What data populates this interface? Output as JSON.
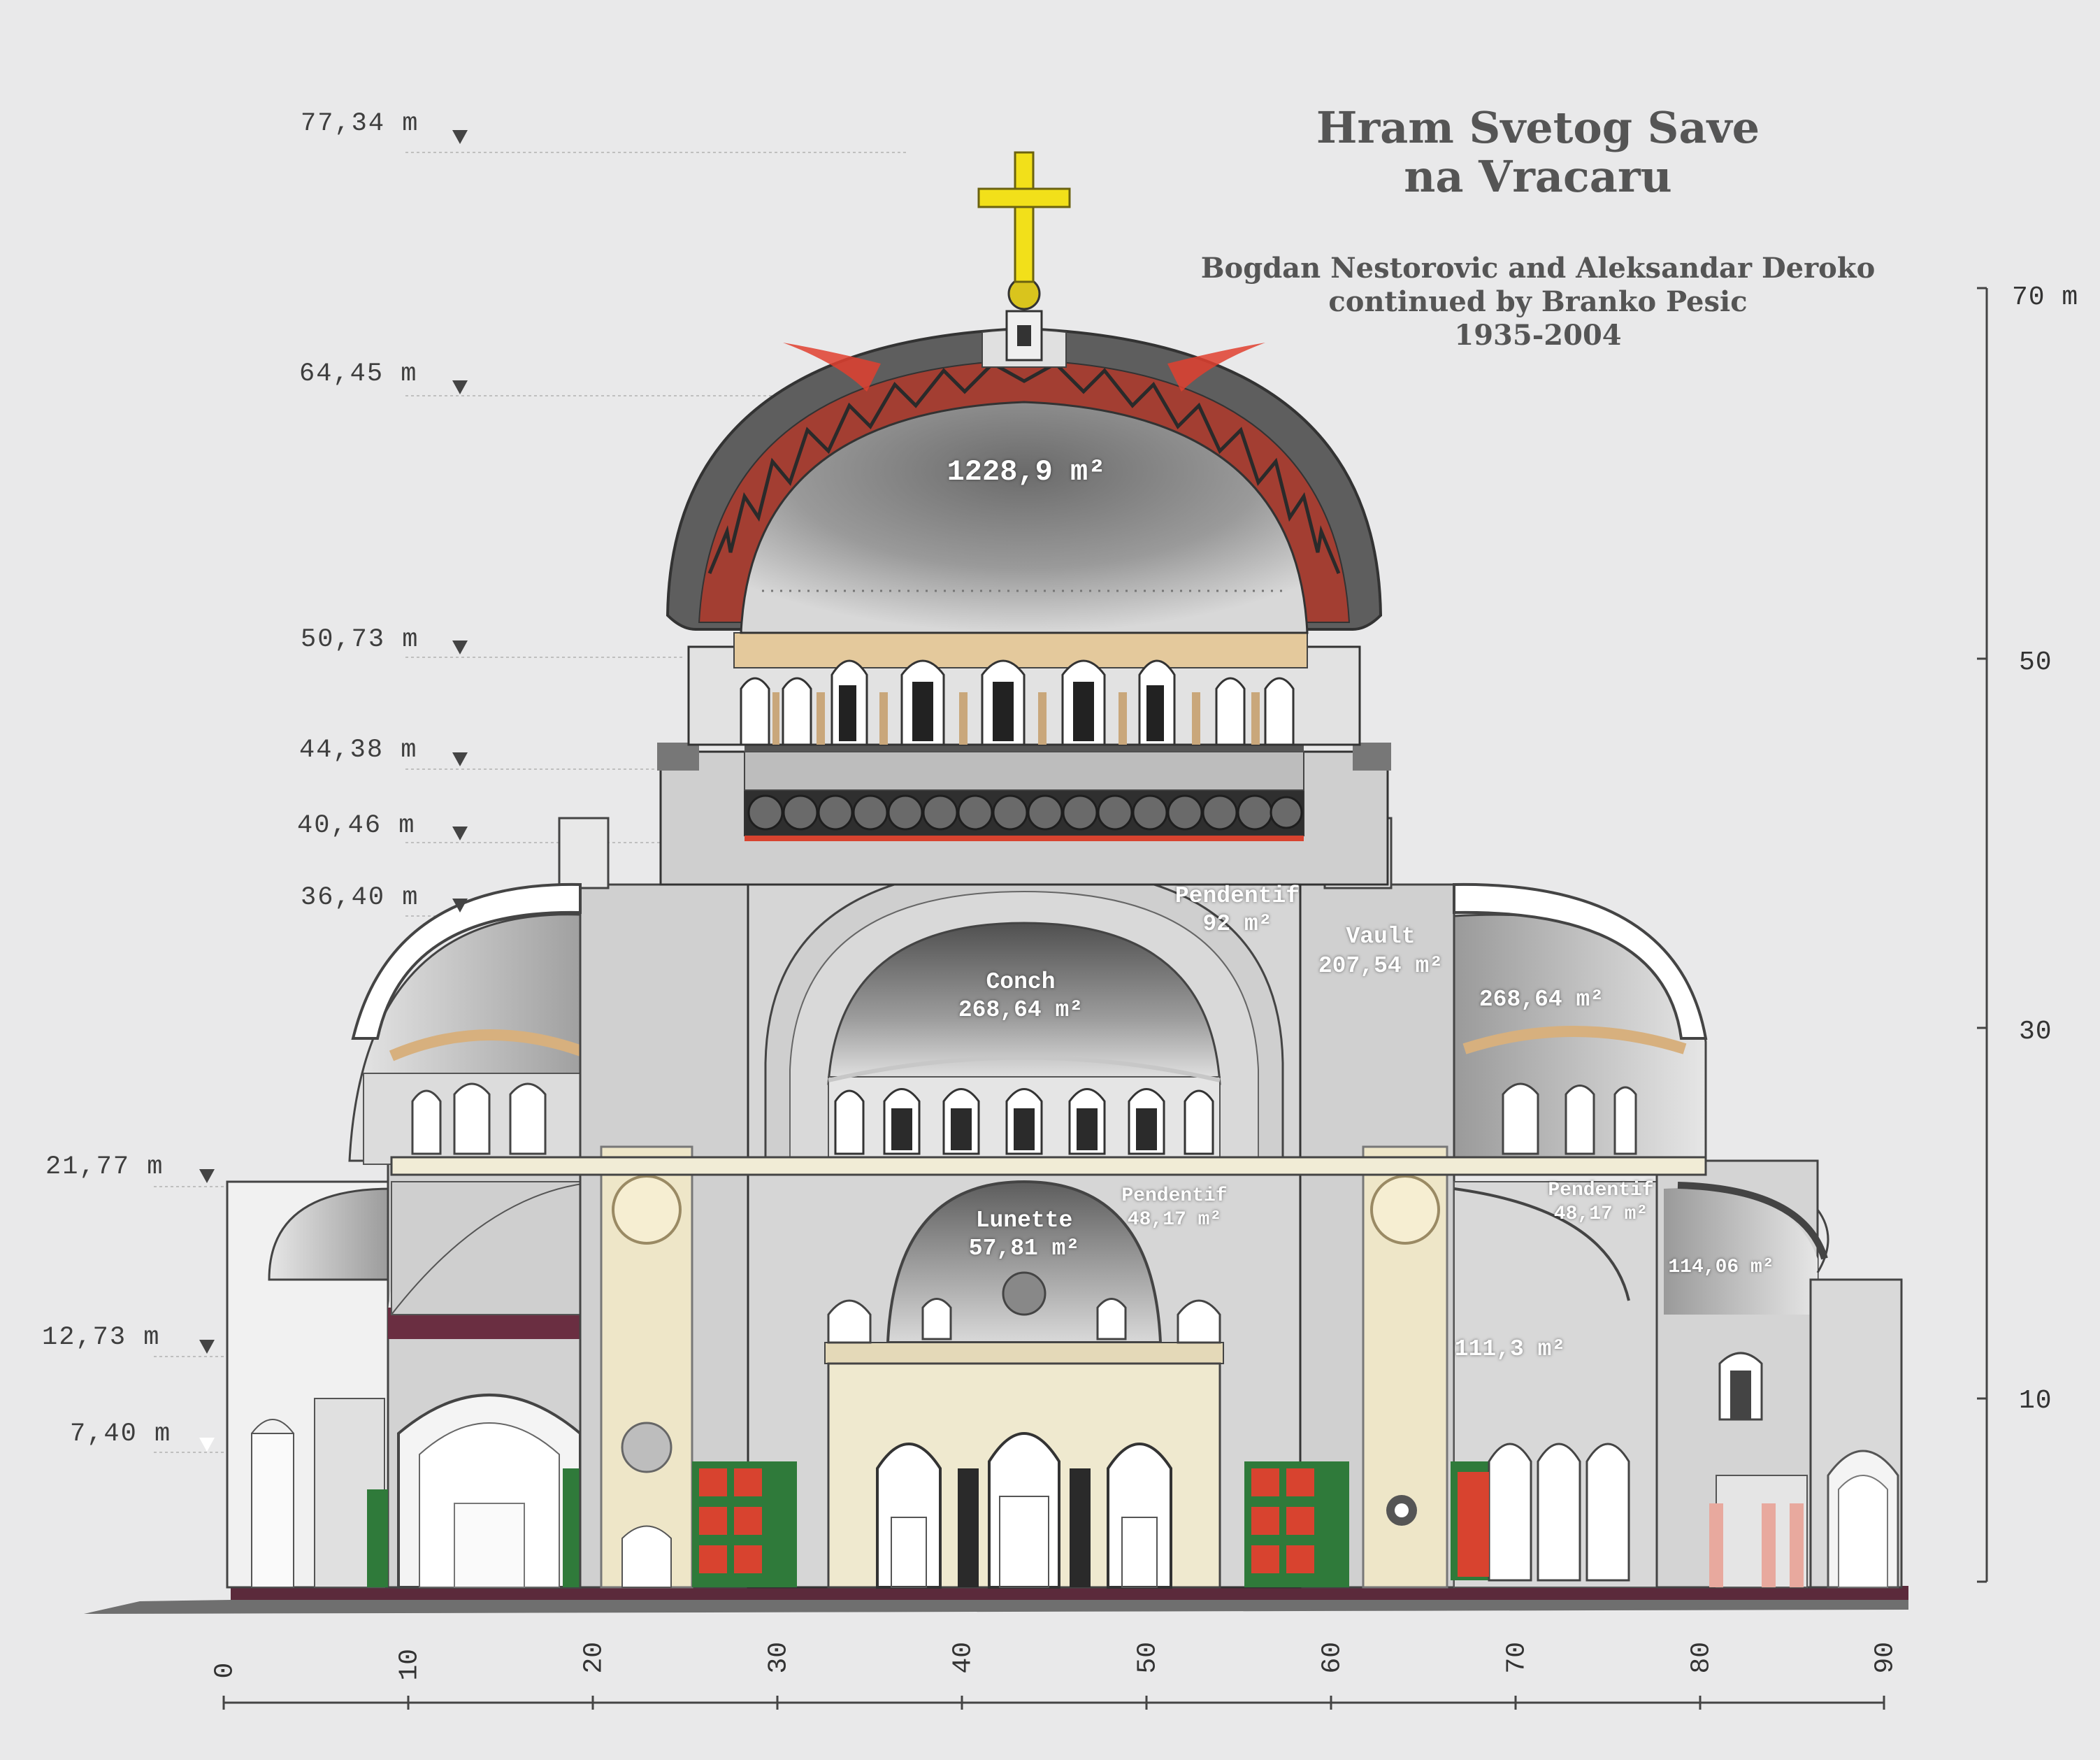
{
  "title": {
    "line1": "Hram Svetog Save",
    "line2": "na Vracaru"
  },
  "credits": {
    "line1": "Bogdan Nestorovic and Aleksandar Deroko",
    "line2": "continued by Branko Pesic",
    "line3": "1935-2004"
  },
  "levels": [
    "77,34 m",
    "64,45 m",
    "50,73 m",
    "44,38 m",
    "40,46 m",
    "36,40 m",
    "21,77 m",
    "12,73 m",
    "7,40 m"
  ],
  "vertical_scale": {
    "labels": [
      "70 m",
      "50",
      "30",
      "10"
    ]
  },
  "horizontal_scale": {
    "labels": [
      "0",
      "10",
      "20",
      "30",
      "40",
      "50",
      "60",
      "70",
      "80",
      "90"
    ]
  },
  "areas": {
    "dome": "1228,9 m²",
    "conch_name": "Conch",
    "conch_value": "268,64 m²",
    "pendentif_top_name": "Pendentif",
    "pendentif_top_value": "92 m²",
    "vault_name": "Vault",
    "vault_value": "207,54 m²",
    "right_apse": "268,64 m²",
    "lunette_name": "Lunette",
    "lunette_value": "57,81 m²",
    "pendentif_mid_name": "Pendentif",
    "pendentif_mid_value": "48,17 m²",
    "pendentif_right_name": "Pendentif",
    "pendentif_right_value": "48,17 m²",
    "side_apse": "114,06 m²",
    "lower_right": "111,3 m²"
  },
  "colors": {
    "background": "#e9e9ea",
    "dome_red": "#d8392a",
    "cross_gold": "#f2e01a",
    "mosaic_green": "#2f7a3a",
    "mosaic_red": "#d8432f",
    "ochre": "#e4c99c"
  }
}
